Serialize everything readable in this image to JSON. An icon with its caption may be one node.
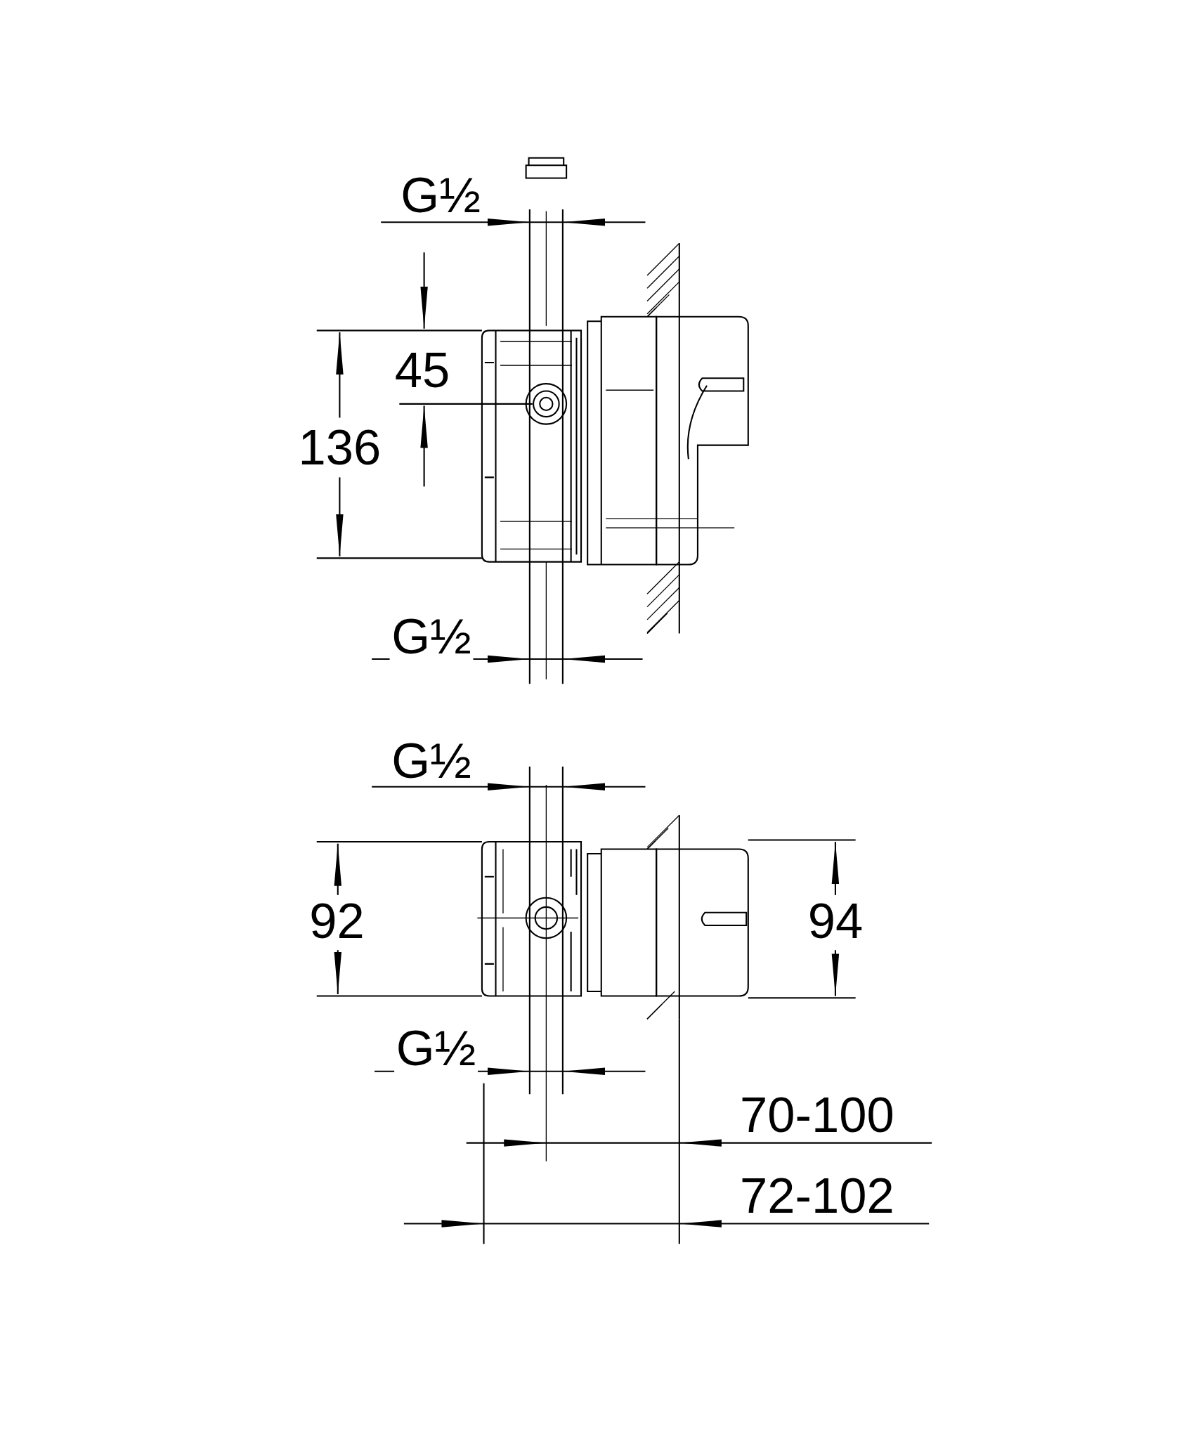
{
  "diagram": {
    "labels": [
      "G½",
      "45",
      "136",
      "G½",
      "G½",
      "92",
      "94",
      "G½",
      "70-100",
      "72-102"
    ]
  }
}
